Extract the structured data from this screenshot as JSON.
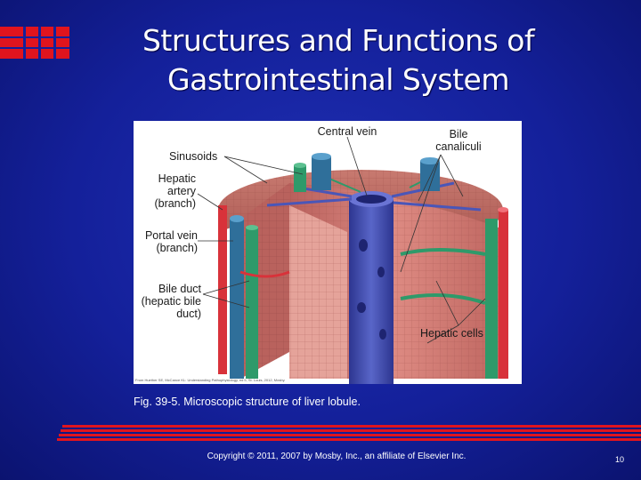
{
  "slide": {
    "title_line1": "Structures and Functions of",
    "title_line2": "Gastrointestinal System",
    "caption": "Fig. 39-5. Microscopic structure of liver lobule.",
    "copyright": "Copyright © 2011, 2007 by Mosby, Inc., an affiliate of Elsevier Inc.",
    "page_number": "10"
  },
  "figure": {
    "labels": {
      "central_vein": "Central vein",
      "bile_canaliculi_1": "Bile",
      "bile_canaliculi_2": "canaliculi",
      "sinusoids": "Sinusoids",
      "hepatic_artery_1": "Hepatic",
      "hepatic_artery_2": "artery",
      "hepatic_artery_3": "(branch)",
      "portal_vein_1": "Portal vein",
      "portal_vein_2": "(branch)",
      "bile_duct_1": "Bile duct",
      "bile_duct_2": "(hepatic bile",
      "bile_duct_3": "duct)",
      "hepatic_cells": "Hepatic cells"
    },
    "credit": "From Huether SE, McCance KL: Understanding Pathophysiology, ed 5, St. Louis, 2012, Mosby."
  },
  "colors": {
    "background": "#14209a",
    "accent_red": "#e0141e",
    "tissue": "#c9736e",
    "vein_blue": "#4450b0",
    "duct_green": "#2e9a6a",
    "artery_red": "#d8323a"
  },
  "icons": {
    "logo": "red-bars-logo"
  }
}
